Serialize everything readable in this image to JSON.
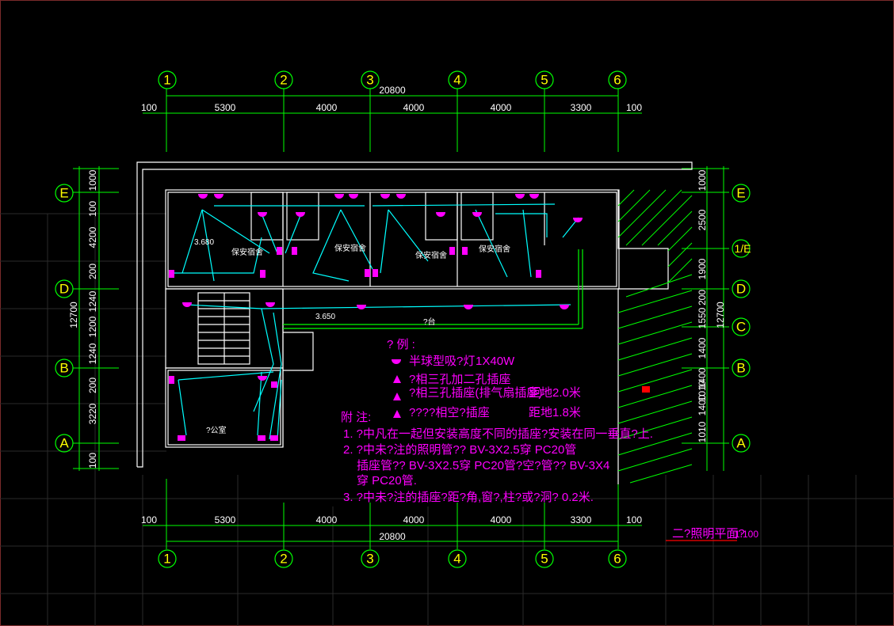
{
  "axes_top": [
    "1",
    "2",
    "3",
    "4",
    "5",
    "6"
  ],
  "axes_right": [
    "E",
    "1/E",
    "D",
    "C",
    "B",
    "A"
  ],
  "axes_left": [
    "E",
    "D",
    "B",
    "A"
  ],
  "dims_top": [
    "100",
    "5300",
    "4000",
    "4000",
    "4000",
    "3300",
    "100"
  ],
  "total_width": "20800",
  "dims_left": [
    "1000",
    "100",
    "4200",
    "200",
    "1240",
    "1200",
    "1240",
    "200",
    "3220",
    "100"
  ],
  "total_height_left": "12700",
  "dims_right": [
    "1000",
    "2500",
    "1900",
    "200",
    "1550",
    "1400",
    "1400",
    "1010",
    "1400",
    "1010"
  ],
  "total_height_right": "12700",
  "rooms": [
    "保安宿舍",
    "保安宿舍",
    "保安宿舍",
    "保安宿舍",
    "?公室",
    "?台"
  ],
  "levels": [
    "3.680",
    "3.650"
  ],
  "legend": {
    "title": "?   例 :",
    "items": [
      {
        "text": "半球型吸?灯",
        "note": "1X40W"
      },
      {
        "text": "?相三孔加二孔插座",
        "note": ""
      },
      {
        "text": "?相三孔插座(排气扇插座)",
        "note": "距地2.0米"
      },
      {
        "text": "????相空?插座",
        "note": "距地1.8米"
      }
    ]
  },
  "notes": {
    "title": "附    注:",
    "lines": [
      "1. ?中凡在一起但安装高度不同的插座?安装在同一垂直?上.",
      "2. ?中未?注的照明管??  BV-3X2.5穿  PC20管",
      "插座管??  BV-3X2.5穿  PC20管?空?管??  BV-3X4",
      "穿  PC20管.",
      "3. ?中未?注的插座?距?角,窗?,柱?或?洞?  0.2米."
    ]
  },
  "drawing_title": "二?照明平面?",
  "scale": "1:100",
  "colors": {
    "dim": "#00ff00",
    "wall": "#ffffff",
    "wire": "#00ffff",
    "device": "#ff00ff",
    "axis_text": "#ffff00"
  }
}
